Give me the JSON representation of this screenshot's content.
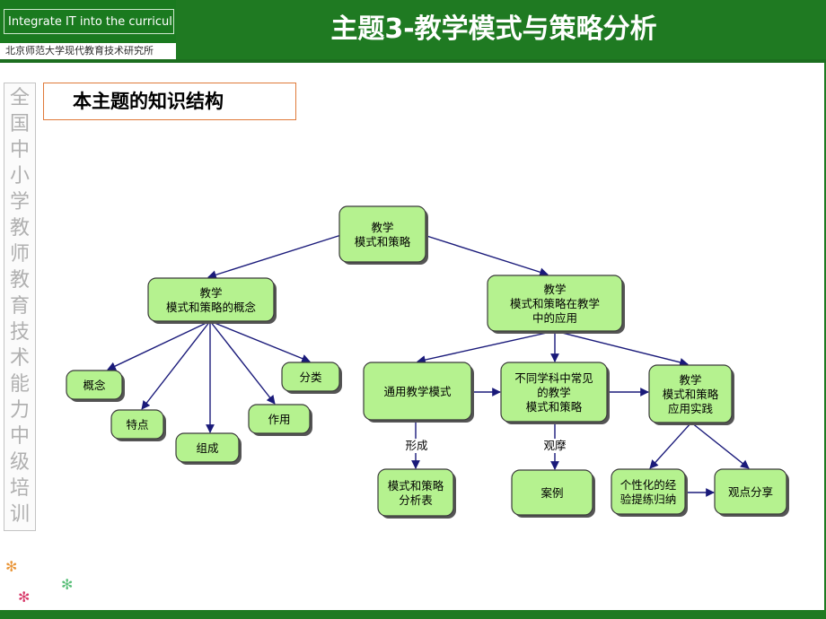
{
  "header": {
    "logo_text": "Integrate IT into the curriculum",
    "title": "主题3-教学模式与策略分析",
    "institute": "北京师范大学现代教育技术研究所"
  },
  "sidebar": {
    "text": [
      "全",
      "国",
      "中",
      "小",
      "学",
      "教",
      "师",
      "教",
      "育",
      "技",
      "术",
      "能",
      "力",
      "中",
      "级",
      "培",
      "训"
    ]
  },
  "section_title": "本主题的知识结构",
  "diagram": {
    "nodes": [
      {
        "id": "root",
        "lines": [
          "教学",
          "模式和策略"
        ]
      },
      {
        "id": "concept",
        "lines": [
          "教学",
          "模式和策略的概念"
        ]
      },
      {
        "id": "application",
        "lines": [
          "教学",
          "模式和策略在教学",
          "中的应用"
        ]
      },
      {
        "id": "gainian",
        "lines": [
          "概念"
        ]
      },
      {
        "id": "tedian",
        "lines": [
          "特点"
        ]
      },
      {
        "id": "zucheng",
        "lines": [
          "组成"
        ]
      },
      {
        "id": "zuoyong",
        "lines": [
          "作用"
        ]
      },
      {
        "id": "fenlei",
        "lines": [
          "分类"
        ]
      },
      {
        "id": "general",
        "lines": [
          "通用教学模式"
        ]
      },
      {
        "id": "subjects",
        "lines": [
          "不同学科中常见",
          "的教学",
          "模式和策略"
        ]
      },
      {
        "id": "practice",
        "lines": [
          "教学",
          "模式和策略",
          "应用实践"
        ]
      },
      {
        "id": "table",
        "lines": [
          "模式和策略",
          "分析表"
        ]
      },
      {
        "id": "cases",
        "lines": [
          "案例"
        ]
      },
      {
        "id": "personal",
        "lines": [
          "个性化的经",
          "验提练归纳"
        ]
      },
      {
        "id": "share",
        "lines": [
          "观点分享"
        ]
      }
    ],
    "edge_labels": {
      "formation": "形成",
      "observation": "观摩"
    }
  }
}
